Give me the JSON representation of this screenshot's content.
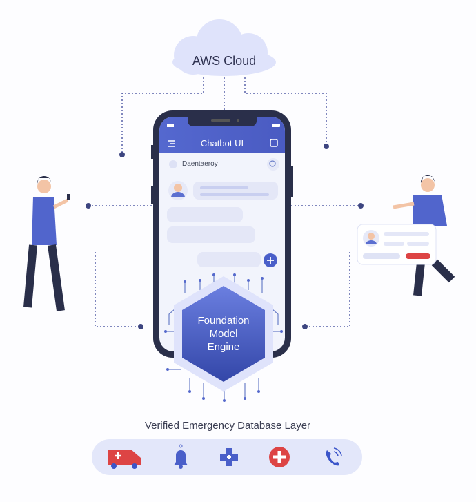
{
  "cloud": {
    "label": "AWS Cloud"
  },
  "phone": {
    "title": "Chatbot UI",
    "search_text": "Daentaeroy"
  },
  "engine": {
    "line1": "Foundation",
    "line2": "Model",
    "line3": "Engine"
  },
  "database": {
    "title": "Verified Emergency Database Layer",
    "icons": [
      "ambulance-icon",
      "bell-icon",
      "medical-cross-icon",
      "first-aid-icon",
      "phone-call-icon"
    ]
  },
  "colors": {
    "primary": "#4a5fc9",
    "accent_red": "#dd4444",
    "dot": "#3d4580"
  }
}
